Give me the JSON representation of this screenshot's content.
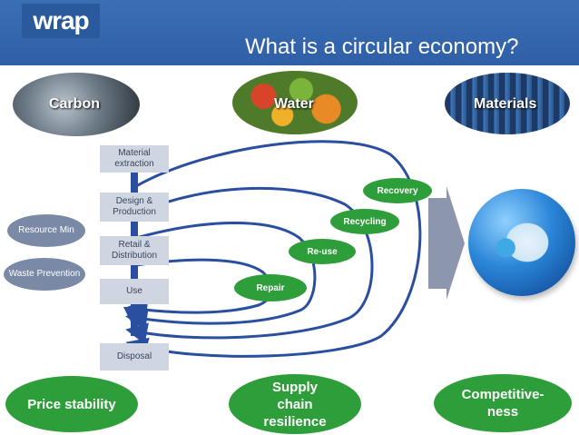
{
  "header": {
    "logo_text": "wrap",
    "title": "What is a circular economy?"
  },
  "themes": {
    "carbon": "Carbon",
    "water": "Water",
    "materials": "Materials"
  },
  "stages": {
    "material_extraction": "Material extraction",
    "design_production": "Design & Production",
    "retail_distribution": "Retail & Distribution",
    "use": "Use",
    "disposal": "Disposal"
  },
  "side_pills": {
    "resource_min": "Resource Min",
    "waste_prevention": "Waste Prevention"
  },
  "loops": {
    "recovery": "Recovery",
    "recycling": "Recycling",
    "reuse": "Re-use",
    "repair": "Repair"
  },
  "outcomes": {
    "price_stability": "Price stability",
    "supply_chain": "Supply chain resilience",
    "competitiveness": "Competitive-ness"
  },
  "colors": {
    "banner": "#2f5fa6",
    "green": "#2e9e3a",
    "loop_blue": "#2a4fa0",
    "stage_box": "#cfd6e2",
    "side_pill": "#7a8aa6"
  }
}
